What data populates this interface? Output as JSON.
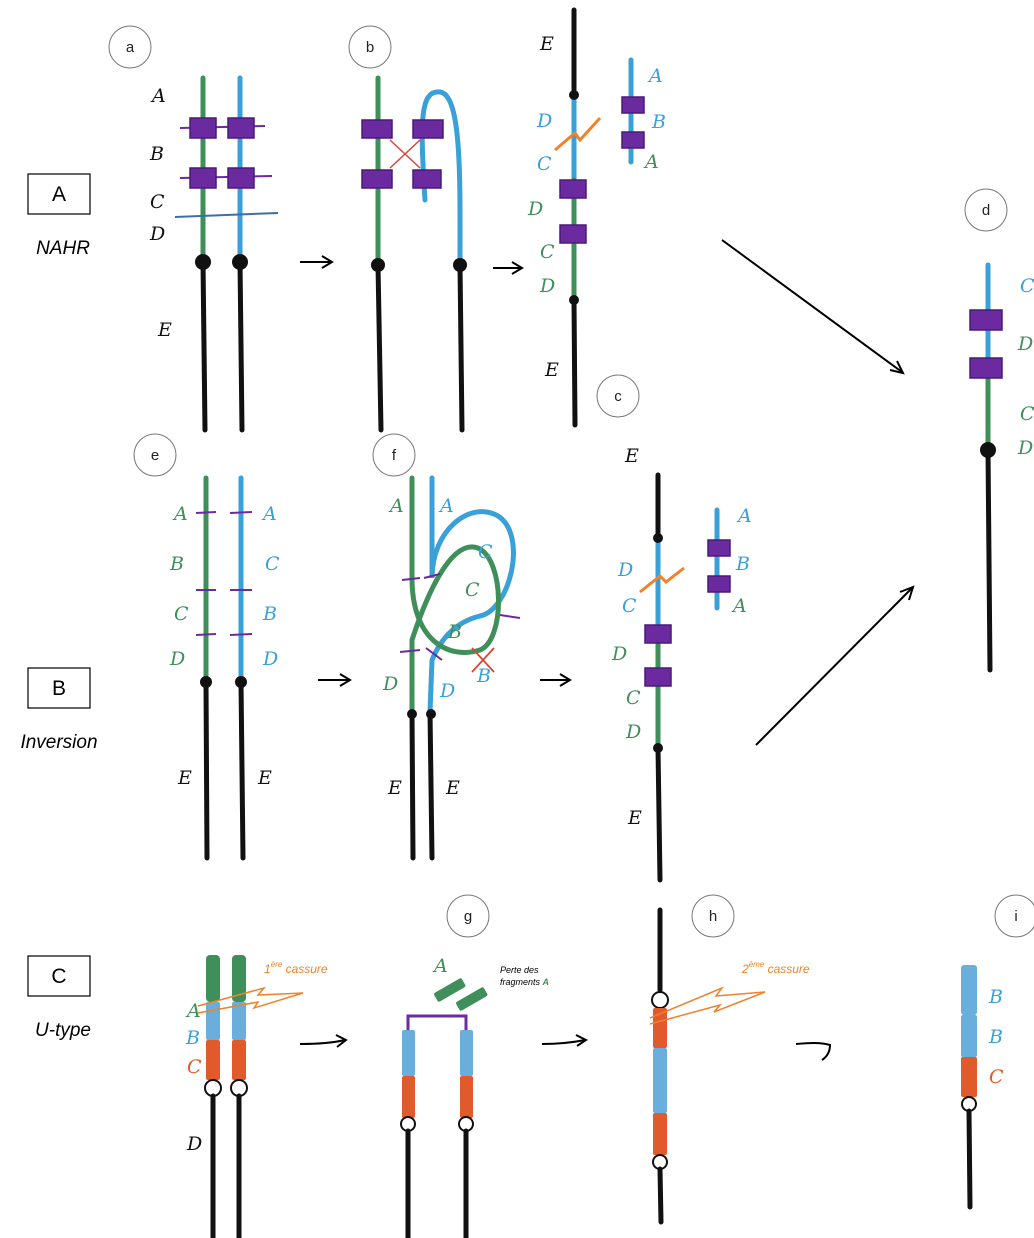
{
  "rows": [
    {
      "box": "A",
      "caption": "NAHR"
    },
    {
      "box": "B",
      "caption": "Inversion"
    },
    {
      "box": "C",
      "caption": "U-type"
    }
  ],
  "panels": [
    "a",
    "b",
    "c",
    "d",
    "e",
    "f",
    "g",
    "h",
    "i"
  ],
  "segment_labels": {
    "A": "A",
    "B": "B",
    "C": "C",
    "D": "D",
    "E": "E"
  },
  "annotations": {
    "first_break_prefix": "1",
    "first_break_sup": "ère",
    "first_break_word": " cassure",
    "second_break_prefix": "2",
    "second_break_sup": "ème",
    "second_break_word": "  cassure",
    "loss_line1": "Perte des",
    "loss_line2_prefix": "fragments ",
    "loss_line2_letter": "A"
  },
  "colors": {
    "chrom_black": "#111111",
    "chrom_green": "#3f8f5a",
    "chrom_blue": "#3aa0d8",
    "repeat_purple": "#6b2aa0",
    "break_orange": "#f0822a",
    "recomb_red": "#d9463a",
    "segment_orange_red": "#e05a2b"
  }
}
